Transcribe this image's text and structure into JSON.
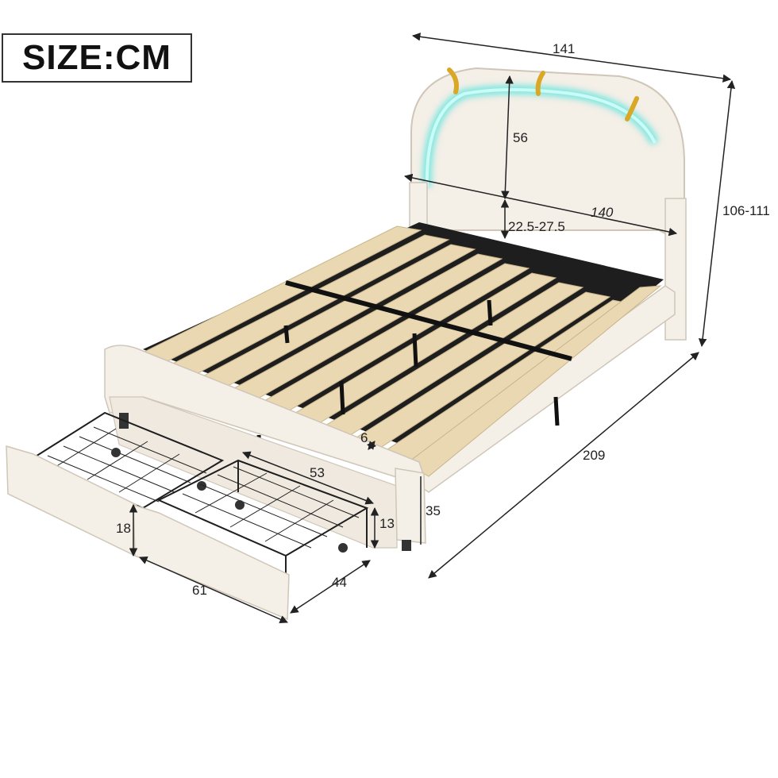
{
  "header": {
    "title": "SIZE:CM"
  },
  "dimensions": {
    "overall_width": "141",
    "overall_height": "106-111",
    "overall_length": "209",
    "headboard_height": "56",
    "headboard_width": "140",
    "clearance": "22.5-27.5",
    "side_rail": "6",
    "footboard_height": "35",
    "drawer_inner_length": "53",
    "drawer_height": "13",
    "drawer_front_height": "18",
    "drawer_length": "61",
    "drawer_width": "44"
  },
  "colors": {
    "upholstery": "#f4efe7",
    "slat": "#ead8b3",
    "frame": "#222222",
    "led_glow": "#7fe6e0",
    "gold_trim": "#d9a826"
  }
}
